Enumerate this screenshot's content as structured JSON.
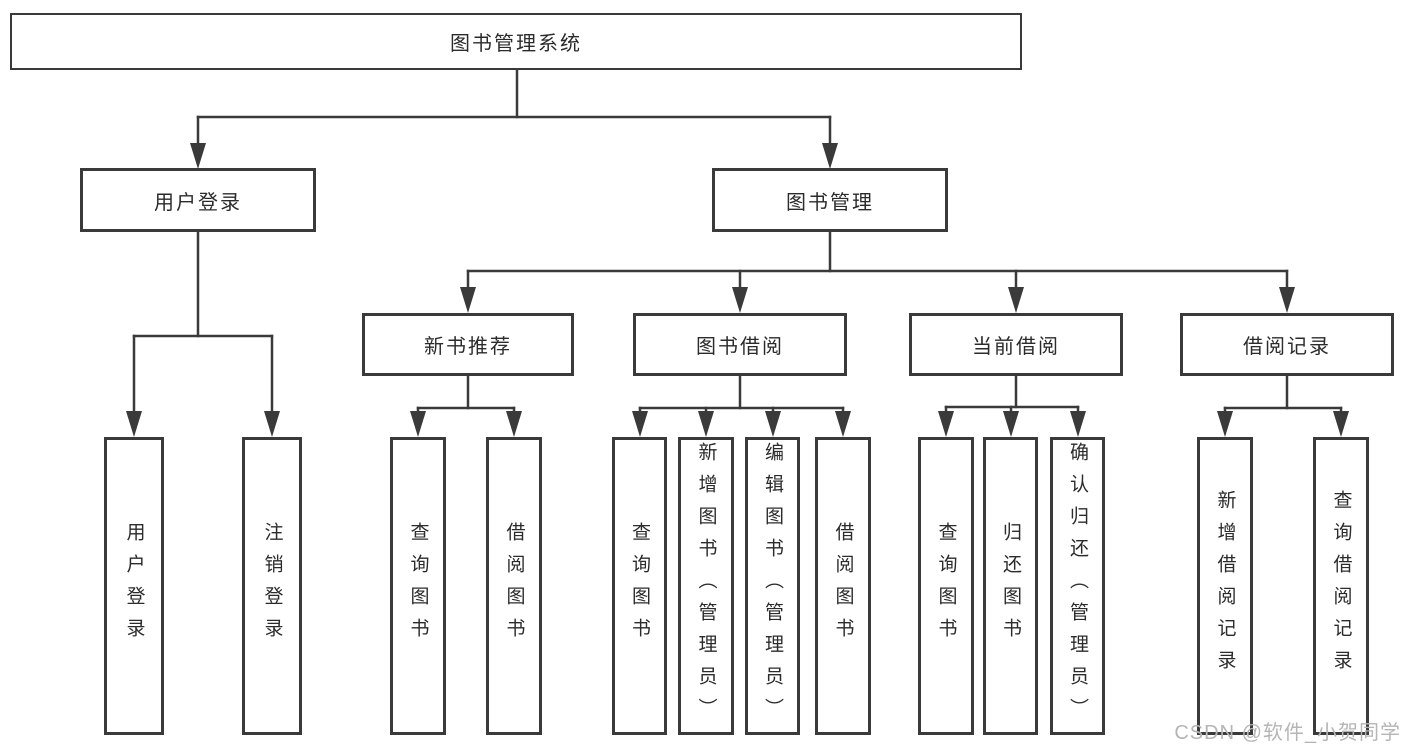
{
  "colors": {
    "line": "#3a3a3a",
    "node_border": "#3a3a3a",
    "node_fill": "#ffffff",
    "text": "#2b2b2b",
    "watermark_text": "#b5b5b5",
    "background": "#ffffff"
  },
  "watermark": "CSDN @软件_小贺同学",
  "diagram": {
    "root": "图书管理系统",
    "branches": [
      {
        "label": "用户登录",
        "children": [
          {
            "label": "用户登录"
          },
          {
            "label": "注销登录"
          }
        ]
      },
      {
        "label": "图书管理",
        "children": [
          {
            "label": "新书推荐",
            "children": [
              {
                "label": "查询图书"
              },
              {
                "label": "借阅图书"
              }
            ]
          },
          {
            "label": "图书借阅",
            "children": [
              {
                "label": "查询图书"
              },
              {
                "label": "新增图书（管理员）"
              },
              {
                "label": "编辑图书（管理员）"
              },
              {
                "label": "借阅图书"
              }
            ]
          },
          {
            "label": "当前借阅",
            "children": [
              {
                "label": "查询图书"
              },
              {
                "label": "归还图书"
              },
              {
                "label": "确认归还（管理员）"
              }
            ]
          },
          {
            "label": "借阅记录",
            "children": [
              {
                "label": "新增借阅记录"
              },
              {
                "label": "查询借阅记录"
              }
            ]
          }
        ]
      }
    ]
  }
}
